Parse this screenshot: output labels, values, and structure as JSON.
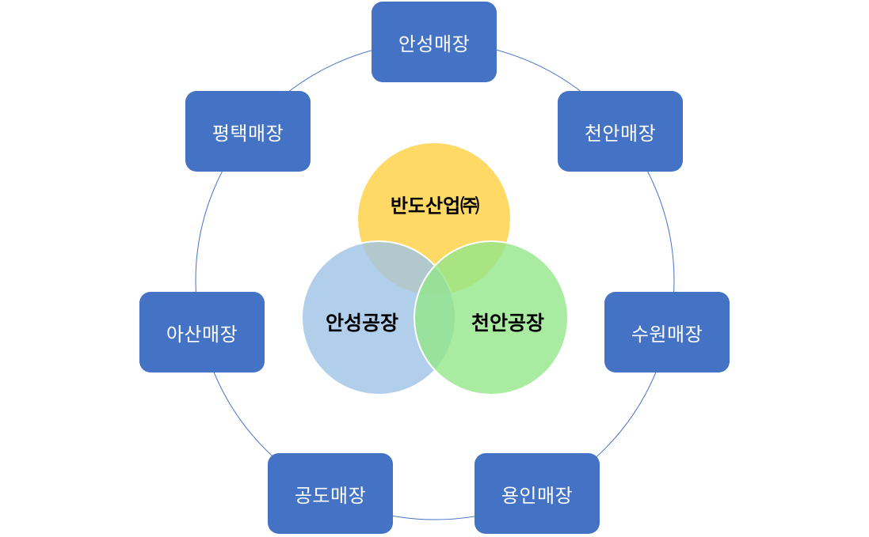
{
  "colors": {
    "store_box": "#4472c4",
    "ring_line": "#4472c4",
    "company_circle": "#ffd966",
    "anseong_plant_circle": "#9dc3e6",
    "cheonan_plant_circle": "#92e68a"
  },
  "venn": {
    "company": "반도산업㈜",
    "plant_anseong": "안성공장",
    "plant_cheonan": "천안공장"
  },
  "stores": [
    {
      "label": "안성매장"
    },
    {
      "label": "천안매장"
    },
    {
      "label": "수원매장"
    },
    {
      "label": "용인매장"
    },
    {
      "label": "공도매장"
    },
    {
      "label": "아산매장"
    },
    {
      "label": "평택매장"
    }
  ]
}
